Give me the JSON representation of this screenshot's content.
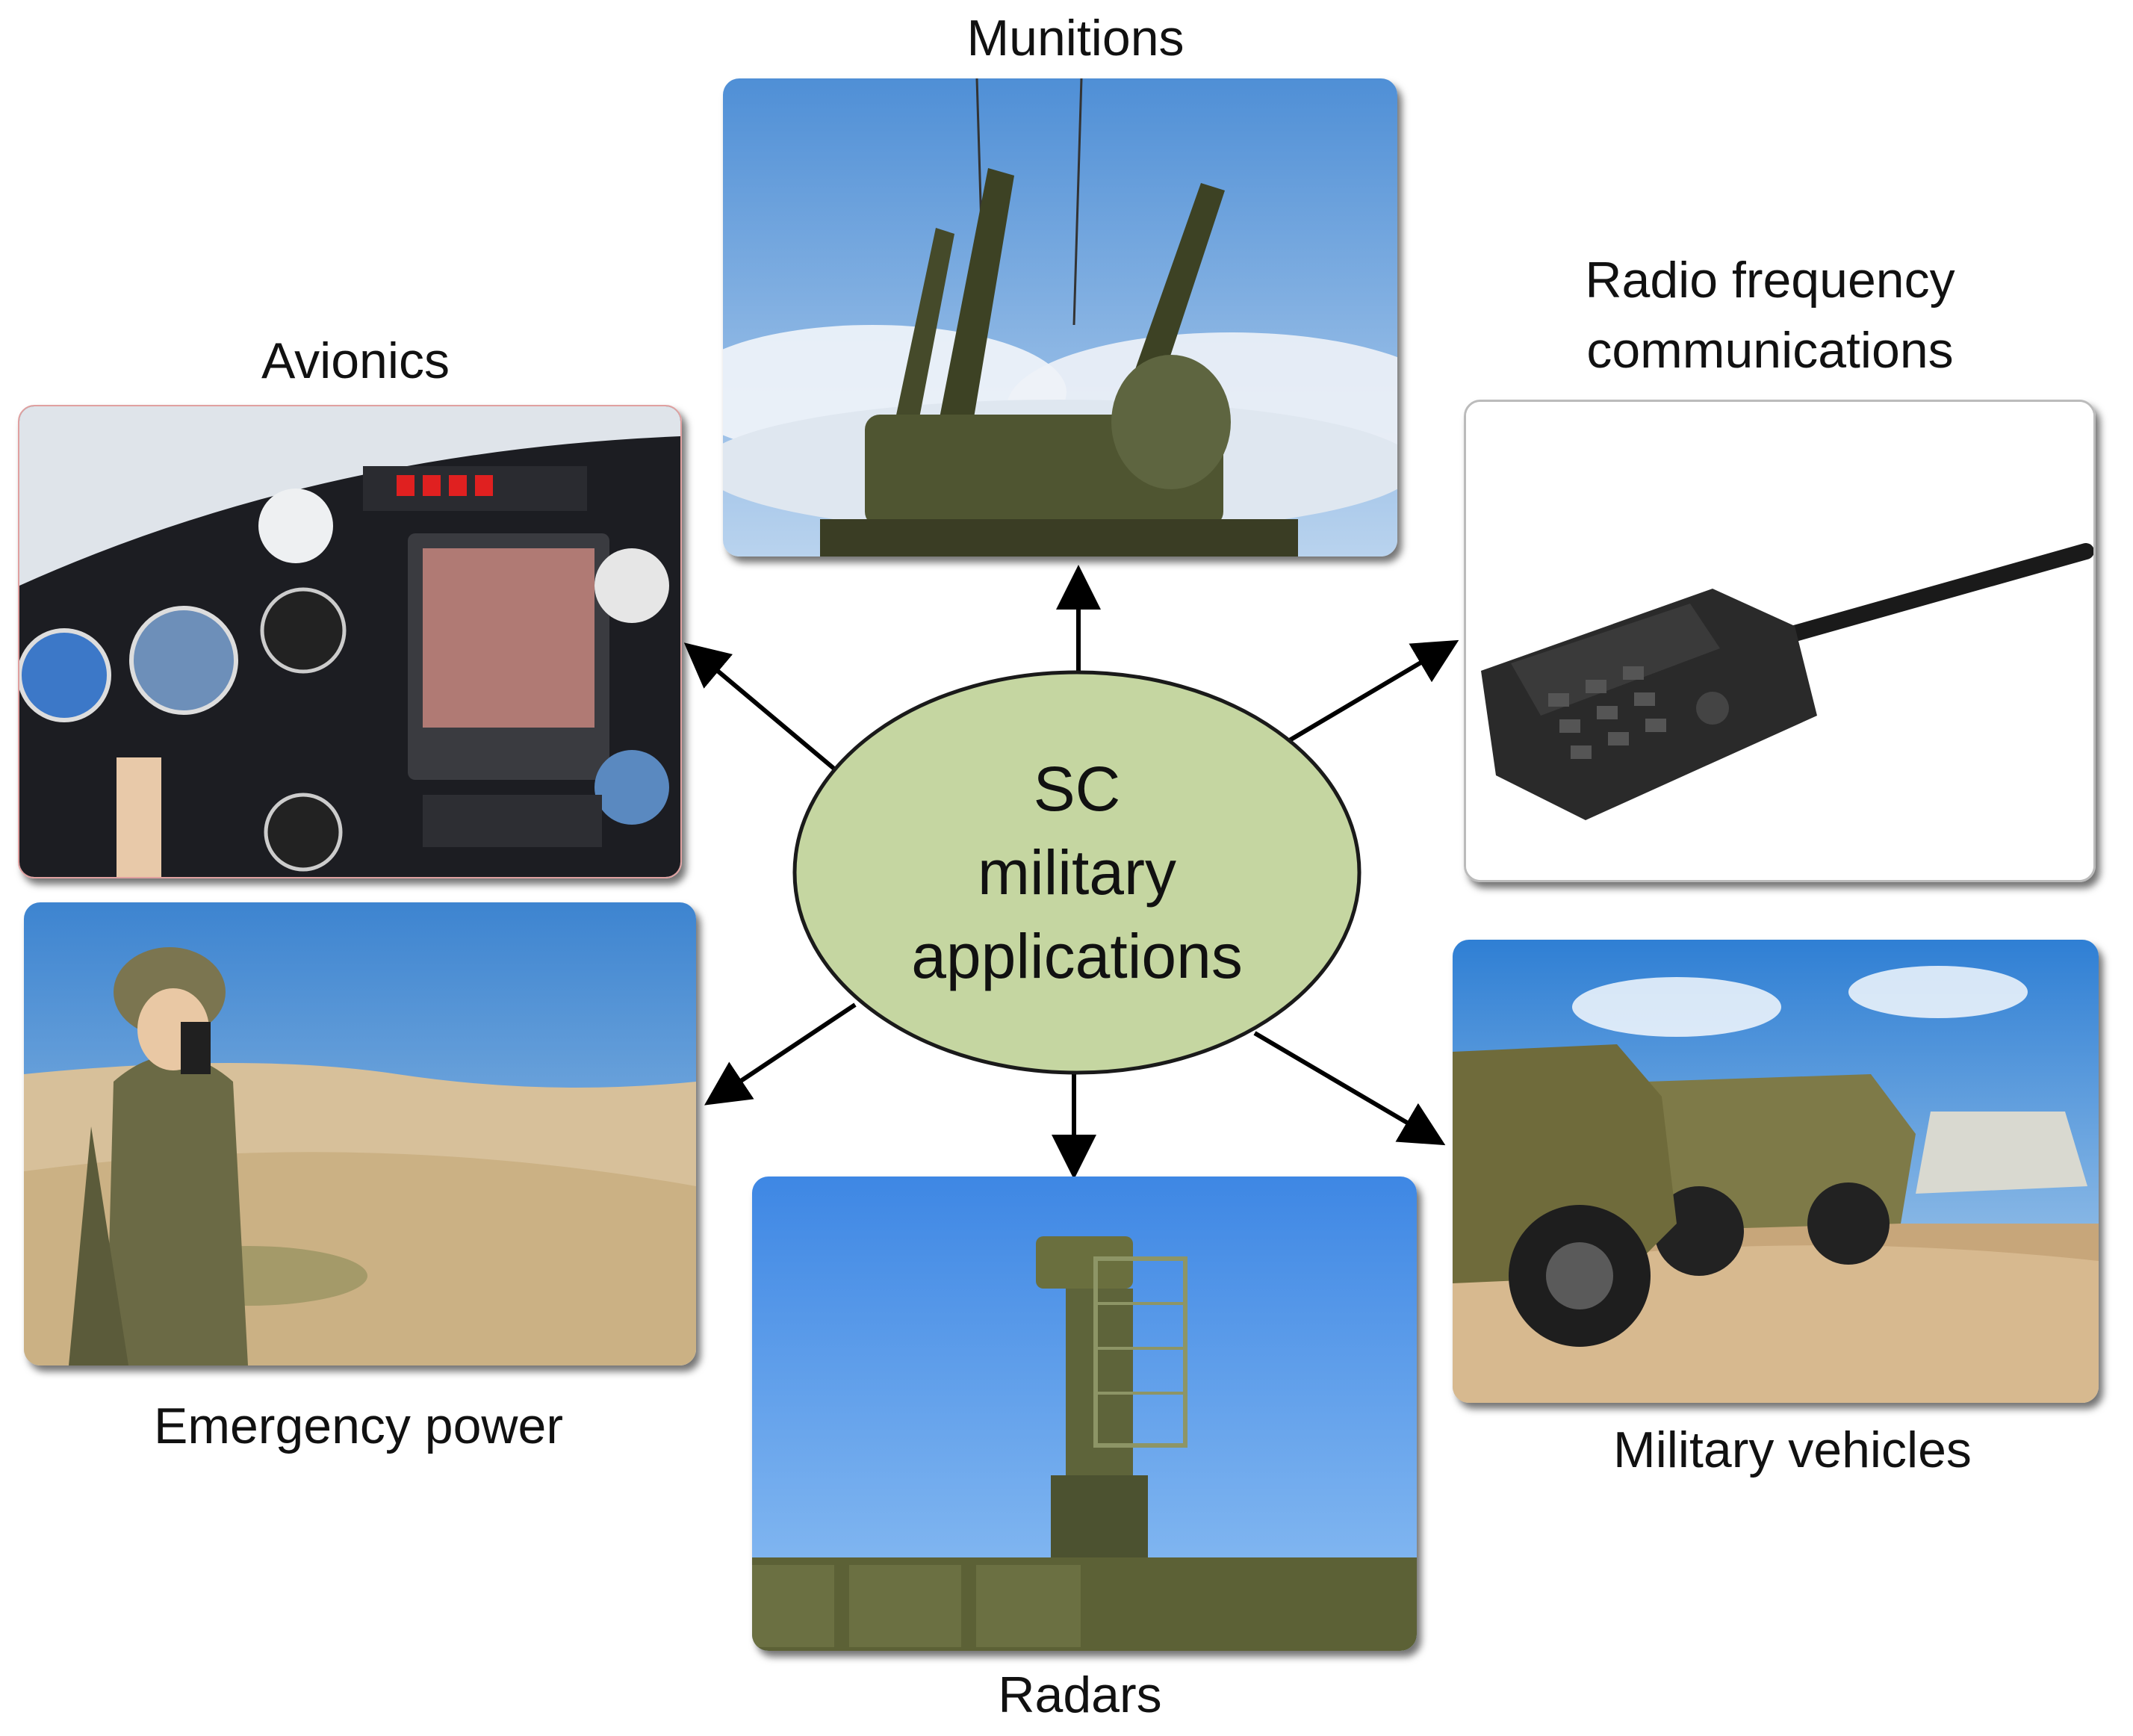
{
  "center": {
    "lines": [
      "SC",
      "military",
      "applications"
    ],
    "fill": "#c5d6a1",
    "stroke": "#1a1a1a"
  },
  "nodes": [
    {
      "id": "munitions",
      "label": "Munitions",
      "icon": "air-defense-gun-photo"
    },
    {
      "id": "radio",
      "label_lines": [
        "Radio frequency",
        "communications"
      ],
      "icon": "walkie-talkie-photo"
    },
    {
      "id": "avionics",
      "label": "Avionics",
      "icon": "cockpit-instruments-photo"
    },
    {
      "id": "emergency",
      "label": "Emergency power",
      "icon": "soldier-radio-photo"
    },
    {
      "id": "radars",
      "label": "Radars",
      "icon": "radar-antenna-photo"
    },
    {
      "id": "vehicles",
      "label": "Military vehicles",
      "icon": "armored-vehicles-photo"
    }
  ],
  "colors": {
    "arrow": "#000000",
    "sky": "#7fb0e6",
    "olive": "#5c6136",
    "sand": "#d8c09a"
  }
}
